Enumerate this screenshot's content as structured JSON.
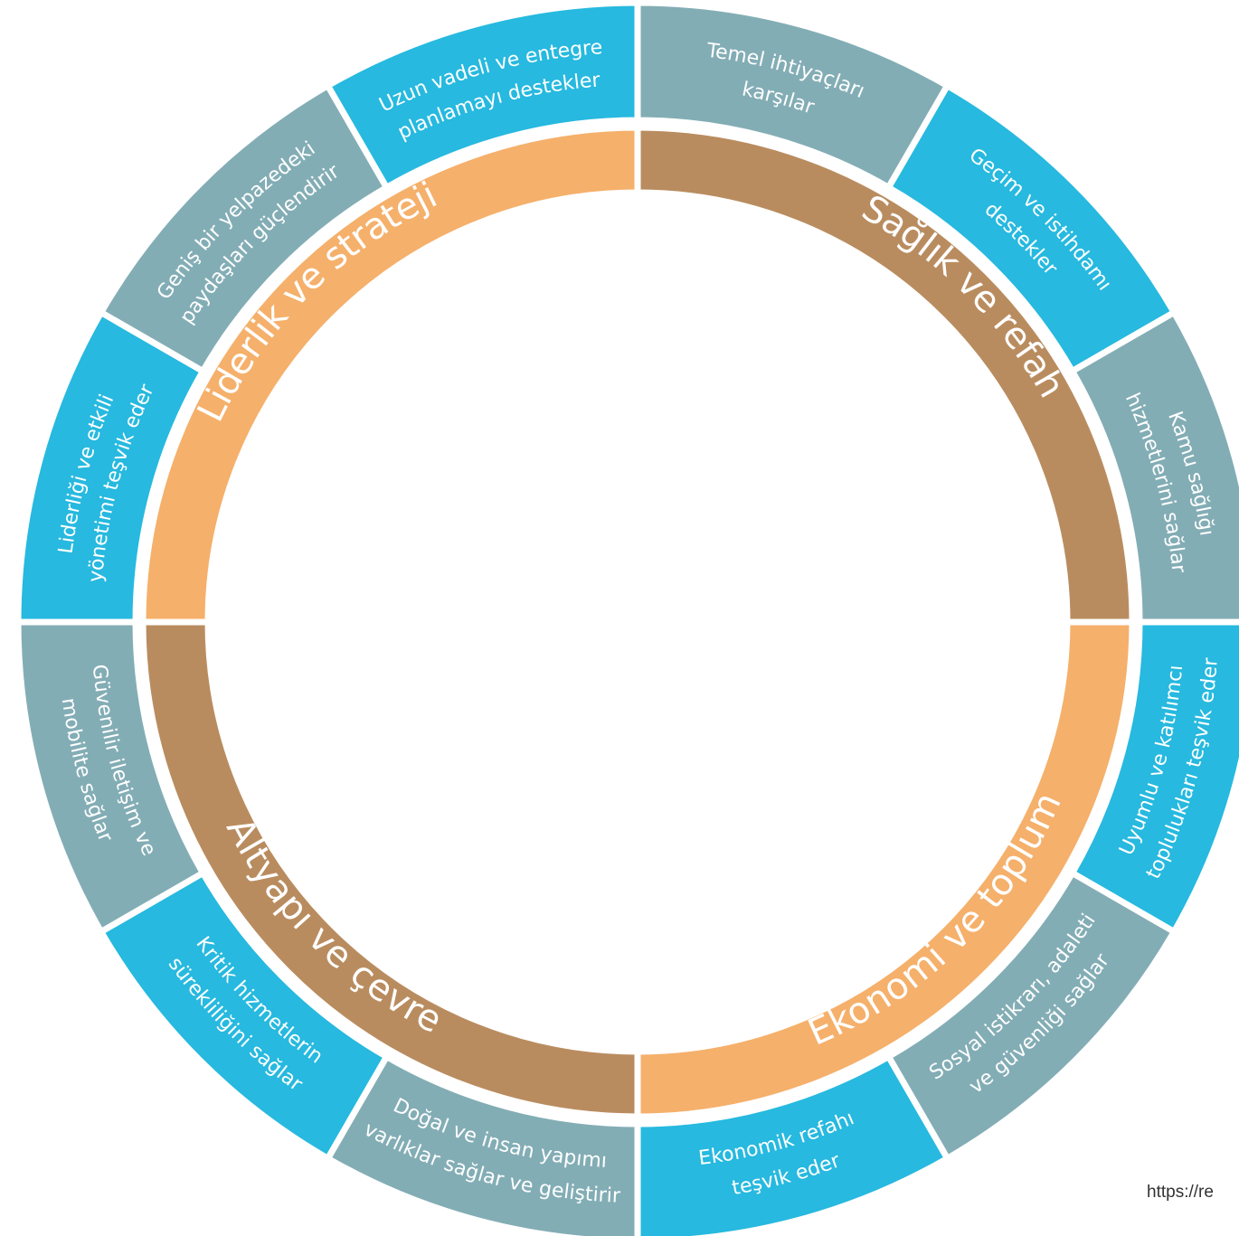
{
  "diagram": {
    "colors": {
      "blue": "#27b9df",
      "gray": "#83adb5",
      "orange": "#f5b06b",
      "brown": "#b98c5f"
    },
    "middle_ring": [
      {
        "id": "liderlik",
        "label": "Liderlik ve strateji",
        "color": "orange"
      },
      {
        "id": "saglik",
        "label": "Sağlık ve refah",
        "color": "brown"
      },
      {
        "id": "ekonomi",
        "label": "Ekonomi ve toplum",
        "color": "orange"
      },
      {
        "id": "altyapi",
        "label": "Altyapı ve çevre",
        "color": "brown"
      }
    ],
    "outer_ring": [
      {
        "id": "temel",
        "lines": [
          "Temel ihtiyaçları",
          "karşılar"
        ],
        "color": "gray"
      },
      {
        "id": "gecim",
        "lines": [
          "Geçim ve istihdamı",
          "destekler"
        ],
        "color": "blue"
      },
      {
        "id": "kamu",
        "lines": [
          "Kamu sağlığı",
          "hizmetlerini sağlar"
        ],
        "color": "gray"
      },
      {
        "id": "uyumlu",
        "lines": [
          "Uyumlu ve katılımcı",
          "toplulukları teşvik eder"
        ],
        "color": "blue"
      },
      {
        "id": "sosyal",
        "lines": [
          "Sosyal istikrarı, adaleti",
          "ve güvenliği sağlar"
        ],
        "color": "gray"
      },
      {
        "id": "ekonomik",
        "lines": [
          "Ekonomik refahı",
          "teşvik eder"
        ],
        "color": "blue"
      },
      {
        "id": "dogal",
        "lines": [
          "Doğal ve insan yapımı",
          "varlıklar sağlar ve geliştirir"
        ],
        "color": "gray"
      },
      {
        "id": "kritik",
        "lines": [
          "Kritik hizmetlerin",
          "sürekliliğini sağlar"
        ],
        "color": "blue"
      },
      {
        "id": "guvenilir",
        "lines": [
          "Güvenilir iletişim ve",
          "mobilite sağlar"
        ],
        "color": "gray"
      },
      {
        "id": "liderligi",
        "lines": [
          "Liderliği ve etkili",
          "yönetimi teşvik eder"
        ],
        "color": "blue"
      },
      {
        "id": "genis",
        "lines": [
          "Geniş bir yelpazedeki",
          "paydaşları güçlendirir"
        ],
        "color": "gray"
      },
      {
        "id": "uzun",
        "lines": [
          "Uzun vadeli ve entegre",
          "planlamayı destekler"
        ],
        "color": "blue"
      }
    ]
  },
  "footer": {
    "url_text": "https://re"
  }
}
